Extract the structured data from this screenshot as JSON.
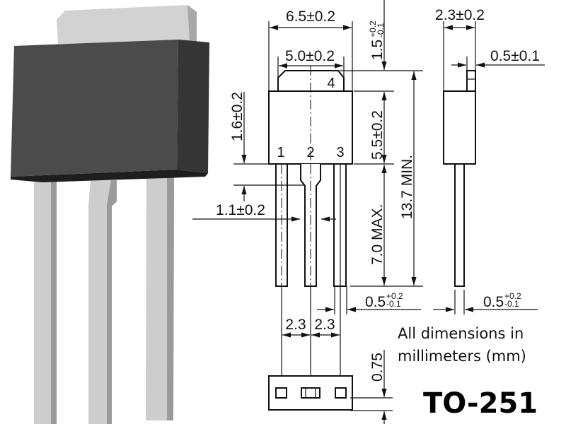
{
  "package_name": "TO-251",
  "note": {
    "line1": "All dimensions in",
    "line2": "millimeters (mm)"
  },
  "pins": [
    "1",
    "2",
    "3",
    "4"
  ],
  "dimensions": {
    "body_width": "6.5±0.2",
    "tab_width": "5.0±0.2",
    "tab_height": {
      "base": "1.5",
      "plus": "+0.2",
      "minus": "-0.1"
    },
    "body_height": "5.5±0.2",
    "overall_height": "13.7 MIN.",
    "lead_length": "7.0 MAX.",
    "lead_shoulder": "1.6±0.2",
    "lead_wide": "1.1±0.2",
    "body_thickness": "2.3±0.2",
    "tab_thickness": "0.5±0.1",
    "lead_width": {
      "base": "0.5",
      "plus": "+0.2",
      "minus": "-0.1"
    },
    "lead_thickness": {
      "base": "0.5",
      "plus": "+0.2",
      "minus": "-0.1"
    },
    "pitch_left": "2.3",
    "pitch_right": "2.3",
    "bottom_offset": "0.75"
  },
  "colors": {
    "body": "#4b4b4b",
    "body_side": "#353535",
    "metal": "#cfcfcf",
    "metal_side": "#9a9a9a"
  }
}
